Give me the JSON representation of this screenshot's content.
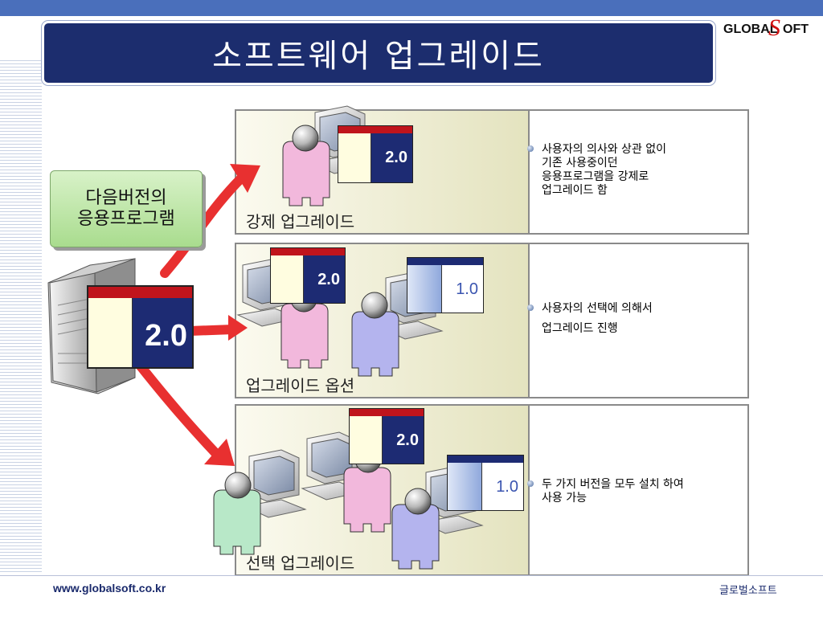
{
  "title": "소프트웨어 업그레이드",
  "logo": {
    "prefix": "GLOBAL",
    "s_letter": "S",
    "suffix": "OFT"
  },
  "source_box": {
    "line1": "다음버전의",
    "line2": "응용프로그램",
    "version": "2.0"
  },
  "panels": [
    {
      "label": "강제 업그레이드",
      "versions": [
        "2.0"
      ],
      "description": [
        "사용자의 의사와 상관 없이",
        "기존 사용중이던",
        "응용프로그램을 강제로",
        "업그레이드 함"
      ]
    },
    {
      "label": "업그레이드 옵션",
      "versions": [
        "2.0",
        "1.0"
      ],
      "description": [
        "사용자의 선택에 의해서",
        "업그레이드 진행"
      ]
    },
    {
      "label": "선택 업그레이드",
      "versions": [
        "2.0",
        "1.0"
      ],
      "description": [
        "두 가지 버전을 모두 설치 하여",
        "사용 가능"
      ]
    }
  ],
  "footer": {
    "url": "www.globalsoft.co.kr",
    "company": "글로벌소프트"
  },
  "colors": {
    "title_bg": "#1c2d6e",
    "arrow": "#e83030",
    "person_pink": "#f2b8dc",
    "person_blue": "#b4b4ee",
    "person_green": "#b8e8c8"
  }
}
